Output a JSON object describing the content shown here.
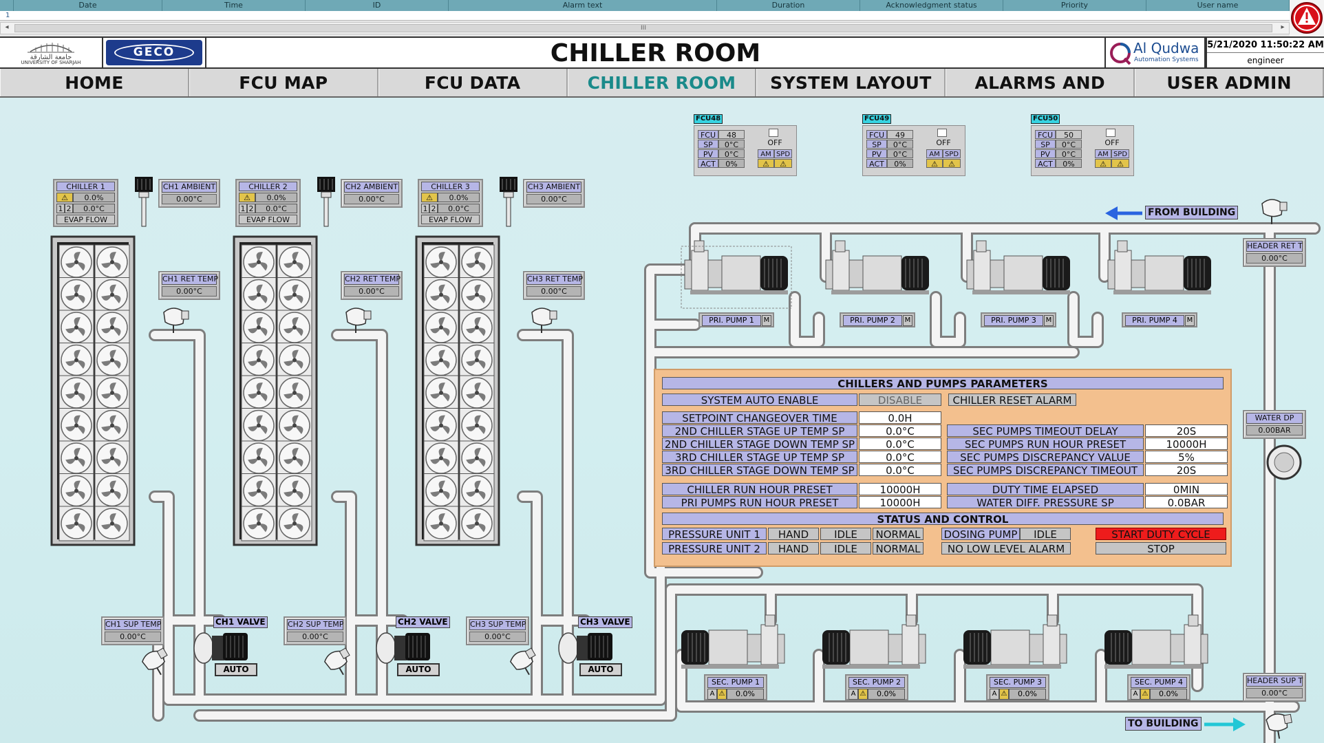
{
  "alarm_table": {
    "columns": [
      "Date",
      "Time",
      "ID",
      "Alarm text",
      "Duration",
      "Acknowledgment status",
      "Priority",
      "User name"
    ],
    "row_number": "1",
    "scroll_grip": "III"
  },
  "header": {
    "title": "CHILLER ROOM",
    "datetime": "5/21/2020 11:50:22 AM",
    "user": "engineer",
    "logo_uos": "UNIVERSITY OF SHARJAH",
    "logo_geco": "GECO",
    "logo_alqudwa": "Al Qudwa",
    "logo_alqudwa_sub": "Automation Systems"
  },
  "nav": [
    "HOME",
    "FCU MAP",
    "FCU DATA",
    "CHILLER ROOM",
    "SYSTEM LAYOUT",
    "ALARMS AND EVENTS",
    "USER ADMIN"
  ],
  "nav_active": "CHILLER ROOM",
  "fcus": [
    {
      "badge": "FCU48",
      "fcu": "48",
      "sp": "0°C",
      "pv": "0°C",
      "act": "0%",
      "state": "OFF",
      "am": "AM",
      "spd": "SPD"
    },
    {
      "badge": "FCU49",
      "fcu": "49",
      "sp": "0°C",
      "pv": "0°C",
      "act": "0%",
      "state": "OFF",
      "am": "AM",
      "spd": "SPD"
    },
    {
      "badge": "FCU50",
      "fcu": "50",
      "sp": "0°C",
      "pv": "0°C",
      "act": "0%",
      "state": "OFF",
      "am": "AM",
      "spd": "SPD"
    }
  ],
  "fcu_labels": {
    "fcu": "FCU",
    "sp": "SP",
    "pv": "PV",
    "act": "ACT"
  },
  "chillers": [
    {
      "name": "CHILLER 1",
      "pct": "0.0%",
      "temp": "0.0°C",
      "s1": "1",
      "s2": "2",
      "flow": "EVAP FLOW",
      "ambient_label": "CH1 AMBIENT",
      "ambient": "0.00°C",
      "ret_label": "CH1 RET TEMP",
      "ret": "0.00°C",
      "sup_label": "CH1 SUP TEMP",
      "sup": "0.00°C",
      "valve_label": "CH1 VALVE",
      "valve_mode": "AUTO"
    },
    {
      "name": "CHILLER 2",
      "pct": "0.0%",
      "temp": "0.0°C",
      "s1": "1",
      "s2": "2",
      "flow": "EVAP FLOW",
      "ambient_label": "CH2 AMBIENT",
      "ambient": "0.00°C",
      "ret_label": "CH2 RET TEMP",
      "ret": "0.00°C",
      "sup_label": "CH2 SUP TEMP",
      "sup": "0.00°C",
      "valve_label": "CH2 VALVE",
      "valve_mode": "AUTO"
    },
    {
      "name": "CHILLER 3",
      "pct": "0.0%",
      "temp": "0.0°C",
      "s1": "1",
      "s2": "2",
      "flow": "EVAP FLOW",
      "ambient_label": "CH3 AMBIENT",
      "ambient": "0.00°C",
      "ret_label": "CH3 RET TEMP",
      "ret": "0.00°C",
      "sup_label": "CH3 SUP TEMP",
      "sup": "0.00°C",
      "valve_label": "CH3 VALVE",
      "valve_mode": "AUTO"
    }
  ],
  "pri_pumps": [
    {
      "label": "PRI. PUMP 1",
      "m": "M"
    },
    {
      "label": "PRI. PUMP 2",
      "m": "M"
    },
    {
      "label": "PRI. PUMP 3",
      "m": "M"
    },
    {
      "label": "PRI. PUMP 4",
      "m": "M"
    }
  ],
  "sec_pumps": [
    {
      "label": "SEC. PUMP 1",
      "a": "A",
      "val": "0.0%"
    },
    {
      "label": "SEC. PUMP 2",
      "a": "A",
      "val": "0.0%"
    },
    {
      "label": "SEC. PUMP 3",
      "a": "A",
      "val": "0.0%"
    },
    {
      "label": "SEC. PUMP 4",
      "a": "A",
      "val": "0.0%"
    }
  ],
  "building": {
    "from": "FROM BUILDING",
    "to": "TO BUILDING",
    "header_ret_label": "HEADER RET T",
    "header_ret": "0.00°C",
    "header_sup_label": "HEADER SUP T",
    "header_sup": "0.00°C",
    "water_dp_label": "WATER DP",
    "water_dp": "0.00BAR"
  },
  "params": {
    "title": "CHILLERS AND PUMPS PARAMETERS",
    "auto_enable_label": "SYSTEM AUTO ENABLE",
    "auto_enable_value": "DISABLE",
    "reset_alarm": "CHILLER RESET ALARM",
    "left": [
      {
        "label": "SETPOINT CHANGEOVER TIME",
        "value": "0.0H"
      },
      {
        "label": "2ND CHILLER STAGE UP TEMP SP",
        "value": "0.0°C"
      },
      {
        "label": "2ND CHILLER STAGE DOWN TEMP SP",
        "value": "0.0°C"
      },
      {
        "label": "3RD CHILLER STAGE UP TEMP SP",
        "value": "0.0°C"
      },
      {
        "label": "3RD CHILLER STAGE DOWN TEMP SP",
        "value": "0.0°C"
      }
    ],
    "right": [
      {
        "label": "SEC PUMPS TIMEOUT DELAY",
        "value": "20S"
      },
      {
        "label": "SEC PUMPS RUN HOUR PRESET",
        "value": "10000H"
      },
      {
        "label": "SEC PUMPS DISCREPANCY VALUE",
        "value": "5%"
      },
      {
        "label": "SEC PUMPS DISCREPANCY TIMEOUT",
        "value": "20S"
      }
    ],
    "left2": [
      {
        "label": "CHILLER RUN HOUR PRESET",
        "value": "10000H"
      },
      {
        "label": "PRI PUMPS RUN HOUR PRESET",
        "value": "10000H"
      }
    ],
    "right2": [
      {
        "label": "DUTY TIME ELAPSED",
        "value": "0MIN"
      },
      {
        "label": "WATER DIFF. PRESSURE SP",
        "value": "0.0BAR"
      }
    ],
    "status_title": "STATUS AND CONTROL",
    "pressure_units": [
      {
        "label": "PRESSURE UNIT 1",
        "mode": "HAND",
        "state": "IDLE",
        "cond": "NORMAL"
      },
      {
        "label": "PRESSURE UNIT 2",
        "mode": "HAND",
        "state": "IDLE",
        "cond": "NORMAL"
      }
    ],
    "dosing_label": "DOSING PUMP",
    "dosing_state": "IDLE",
    "low_level": "NO LOW LEVEL ALARM",
    "start_duty": "START DUTY CYCLE",
    "stop": "STOP"
  },
  "colors": {
    "active_nav": "#1a8a8a",
    "panel": "#f3c08e",
    "label_bg": "#b6b6e6",
    "start_btn": "#ee1c1c",
    "arrow_blue": "#2a64e0",
    "arrow_cyan": "#22c7d6"
  }
}
